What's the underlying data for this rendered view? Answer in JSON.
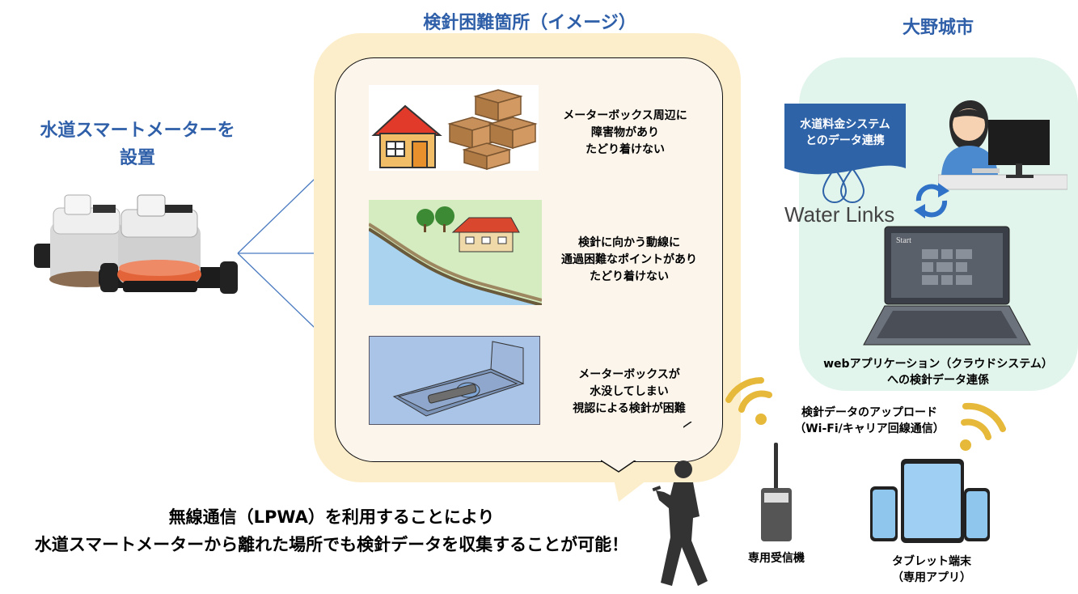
{
  "header": {
    "center_title": "検針困難箇所（イメージ）",
    "right_title": "大野城市"
  },
  "left": {
    "title_line1": "水道スマートメーターを",
    "title_line2": "設置"
  },
  "difficult_places": [
    {
      "text": "メーターボックス周辺に\n障害物があり\nたどり着けない"
    },
    {
      "text": "検針に向かう動線に\n通過困難なポイントがあり\nたどり着けない"
    },
    {
      "text": "メーターボックスが\n水没してしまい\n視認による検針が困難"
    }
  ],
  "right_panel": {
    "system_banner": "水道料金システム\nとのデータ連携",
    "logo_text": "Water Links",
    "laptop_screen_text": "Start",
    "caption": "webアプリケーション（クラウドシステム）\nへの検針データ連係"
  },
  "upload": {
    "label": "検針データのアップロード\n（Wi-Fi/キャリア回線通信）"
  },
  "devices": {
    "receiver_label": "専用受信機",
    "tablet_label": "タブレット端末\n（専用アプリ）"
  },
  "bottom": {
    "line1": "無線通信（LPWA）を利用することにより",
    "line2": "水道スマートメーターから離れた場所でも検針データを収集することが可能！"
  },
  "colors": {
    "title_blue": "#2e5fa8",
    "bubble_yellow": "#fdeecb",
    "panel_green": "#e2f5ec",
    "wifi_gold": "#e6b93a",
    "meter_orange": "#e4643a"
  }
}
